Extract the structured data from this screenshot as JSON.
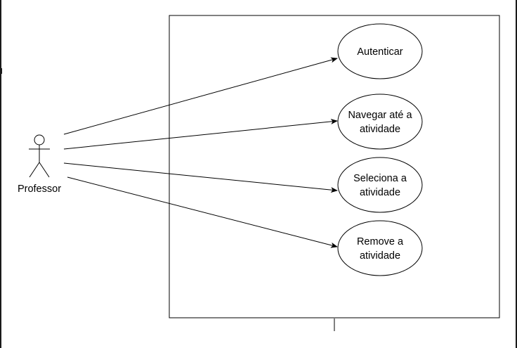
{
  "actor": {
    "name": "Professor",
    "icon": "stick-figure-icon"
  },
  "use_cases": [
    {
      "lines": [
        "Autenticar"
      ],
      "color": "#222222"
    },
    {
      "lines": [
        "Navegar até a",
        "atividade"
      ],
      "color": "#000000"
    },
    {
      "lines": [
        "Seleciona a",
        "atividade"
      ],
      "color": "#000000"
    },
    {
      "lines": [
        "Remove a",
        "atividade"
      ],
      "color": "#000000"
    }
  ],
  "colors": {
    "stroke": "#000000",
    "background": "#ffffff"
  }
}
